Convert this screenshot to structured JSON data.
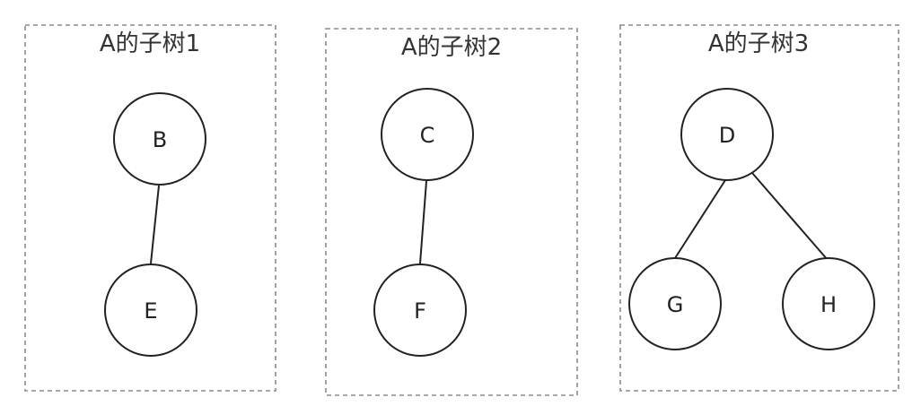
{
  "panels": [
    {
      "title": "A的子树1",
      "nodes": [
        {
          "id": "B",
          "label": "B"
        },
        {
          "id": "E",
          "label": "E"
        }
      ],
      "edges": [
        [
          "B",
          "E"
        ]
      ]
    },
    {
      "title": "A的子树2",
      "nodes": [
        {
          "id": "C",
          "label": "C"
        },
        {
          "id": "F",
          "label": "F"
        }
      ],
      "edges": [
        [
          "C",
          "F"
        ]
      ]
    },
    {
      "title": "A的子树3",
      "nodes": [
        {
          "id": "D",
          "label": "D"
        },
        {
          "id": "G",
          "label": "G"
        },
        {
          "id": "H",
          "label": "H"
        }
      ],
      "edges": [
        [
          "D",
          "G"
        ],
        [
          "D",
          "H"
        ]
      ]
    }
  ]
}
